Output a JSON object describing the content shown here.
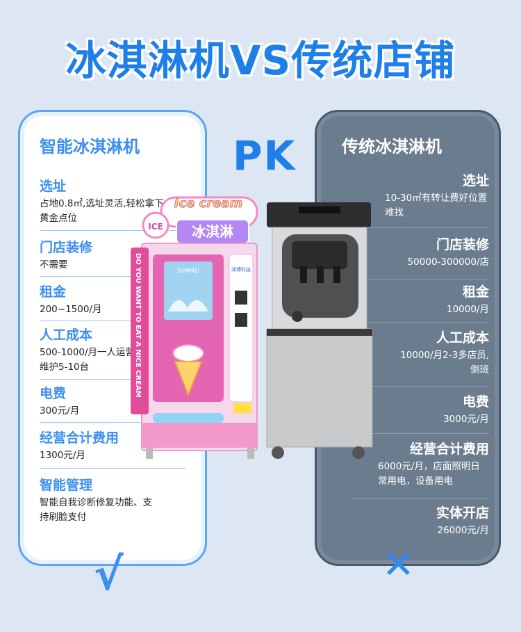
{
  "title": "冰淇淋机VS传统店铺",
  "pk": "PK",
  "left": {
    "title": "智能冰淇淋机",
    "sections": [
      {
        "label": "选址",
        "value": "占地0.8㎡,选址灵活,轻松拿下黄金点位"
      },
      {
        "label": "门店装修",
        "value": "不需要"
      },
      {
        "label": "租金",
        "value": "200~1500/月"
      },
      {
        "label": "人工成本",
        "value": "500-1000/月一人运营维护5-10台"
      },
      {
        "label": "电费",
        "value": "300元/月"
      },
      {
        "label": "经营合计费用",
        "value": "1300元/月"
      },
      {
        "label": "智能管理",
        "value": "智能自我诊断修复功能、支持刷脸支付"
      }
    ],
    "mark": "√"
  },
  "right": {
    "title": "传统冰淇淋机",
    "sections": [
      {
        "label": "选址",
        "value": "10-30㎡有转让费好位置难找"
      },
      {
        "label": "门店装修",
        "value": "50000-300000/店"
      },
      {
        "label": "租金",
        "value": "10000/月"
      },
      {
        "label": "人工成本",
        "value": "10000/月2-3多店员,倒班"
      },
      {
        "label": "电费",
        "value": "3000元/月"
      },
      {
        "label": "经营合计费用",
        "value": "6000元/月，店面照明日常用电，设备用电"
      },
      {
        "label": "实体开店",
        "value": "26000元/月"
      }
    ],
    "mark": "✕"
  },
  "machine": {
    "brand": "Ice cream",
    "badge": "ICE",
    "sign": "冰淇淋",
    "side": "DO YOU WANT TO EAT A NICE CREAM",
    "screen": "SUMMEI",
    "logo": "润博科技"
  },
  "colors": {
    "accent": "#1e7fe8",
    "card_left_border": "#5aa4f2",
    "card_right_bg": "#6b7c8e",
    "pink": "#f28ac4"
  }
}
